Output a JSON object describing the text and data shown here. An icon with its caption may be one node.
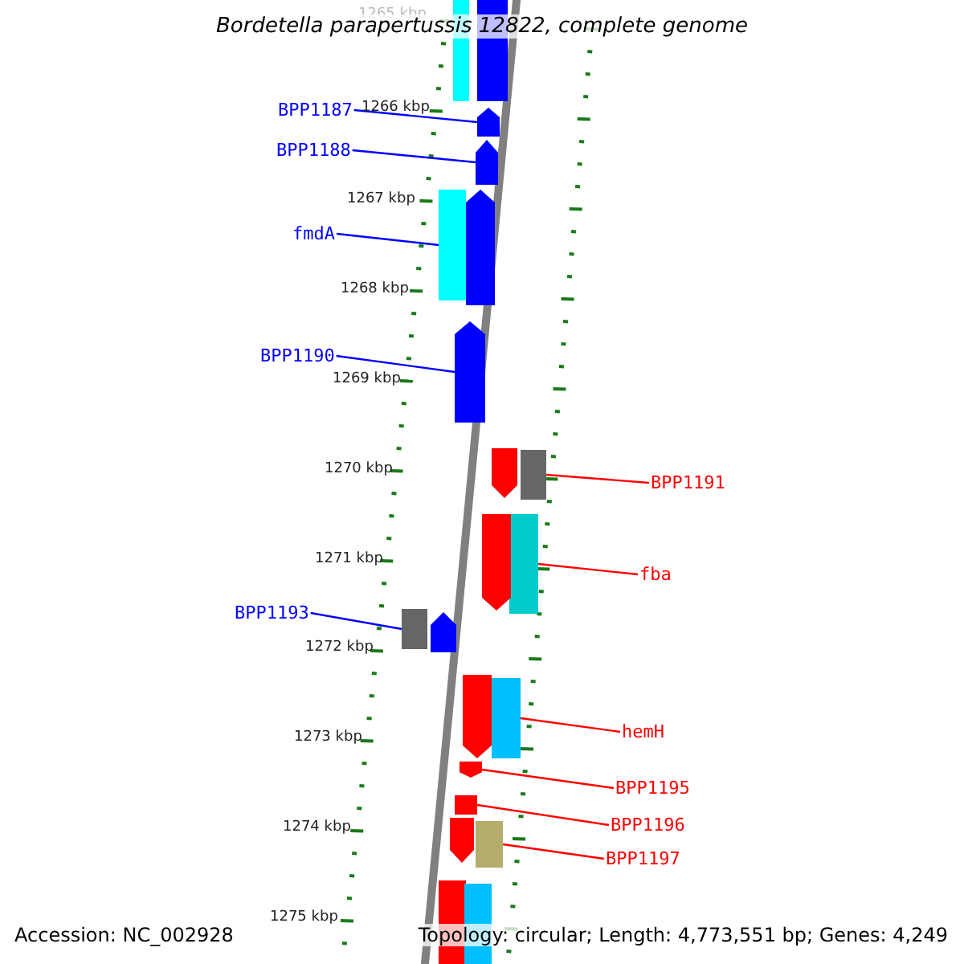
{
  "diagram": {
    "title": "Bordetella parapertussis 12822, complete genome",
    "nodes": [
      {
        "text": [
          "BPP1187"
        ]
      },
      {
        "text": [
          "BPP1188"
        ]
      },
      {
        "text": [
          "fmdA"
        ]
      },
      {
        "text": [
          "BPP1190"
        ]
      },
      {
        "text": [
          "BPP1193"
        ]
      },
      {
        "text": [
          "BPP1191"
        ]
      },
      {
        "text": [
          "fba"
        ]
      },
      {
        "text": [
          "hemH"
        ]
      },
      {
        "text": [
          "BPP1195"
        ]
      },
      {
        "text": [
          "BPP1196"
        ]
      },
      {
        "text": [
          "BPP1197"
        ]
      },
      {
        "text": [],
        "shape": "arrow"
      },
      {
        "text": [],
        "shape": "arrow"
      },
      {
        "text": [],
        "shape": "box"
      },
      {
        "text": [],
        "shape": "arrow"
      },
      {
        "text": [],
        "shape": "box"
      },
      {
        "text": [],
        "shape": "box"
      },
      {
        "text": [],
        "shape": "box"
      },
      {
        "text": [],
        "shape": "box"
      },
      {
        "text": [],
        "shape": "arrow"
      },
      {
        "text": [],
        "shape": "arrow"
      },
      {
        "text": [],
        "shape": "box"
      },
      {
        "text": [],
        "shape": "box"
      },
      {
        "text": [],
        "shape": "box"
      },
      {
        "text": [],
        "shape": "arrow"
      },
      {
        "text": [],
        "shape": "arrow"
      },
      {
        "text": [],
        "shape": "arrow"
      },
      {
        "text": [],
        "shape": "arrow"
      },
      {
        "text": [],
        "shape": "arrow"
      },
      {
        "text": [],
        "shape": "arrow"
      },
      {
        "text": [],
        "shape": "box"
      },
      {
        "text": [],
        "shape": "box"
      }
    ],
    "edges": [
      {
        "from": 0,
        "to": 11,
        "arrow": "none",
        "color": "#0000ff"
      },
      {
        "from": 1,
        "to": 12,
        "arrow": "none",
        "color": "#0000ff"
      },
      {
        "from": 2,
        "to": 13,
        "arrow": "none",
        "color": "#0000ff"
      },
      {
        "from": 3,
        "to": 14,
        "arrow": "none",
        "color": "#0000ff"
      },
      {
        "from": 4,
        "to": 15,
        "arrow": "none",
        "color": "#0000ff"
      },
      {
        "from": 5,
        "to": 16,
        "arrow": "none",
        "color": "#ff0000"
      },
      {
        "from": 6,
        "to": 17,
        "arrow": "none",
        "color": "#ff0000"
      },
      {
        "from": 7,
        "to": 18,
        "arrow": "none",
        "color": "#ff0000"
      },
      {
        "from": 8,
        "to": 19,
        "arrow": "none",
        "color": "#ff0000"
      },
      {
        "from": 9,
        "to": 20,
        "arrow": "none",
        "color": "#ff0000"
      },
      {
        "from": 10,
        "to": 21,
        "arrow": "none",
        "color": "#ff0000"
      }
    ],
    "labels": [
      "1265 kbp",
      "1266 kbp",
      "1267 kbp",
      "1268 kbp",
      "1269 kbp",
      "1270 kbp",
      "1271 kbp",
      "1272 kbp",
      "1273 kbp",
      "1274 kbp",
      "1275 kbp",
      "Accession: NC_002928",
      "Topology: circular; Length: 4,773,551 bp; Genes: 4,249"
    ]
  }
}
